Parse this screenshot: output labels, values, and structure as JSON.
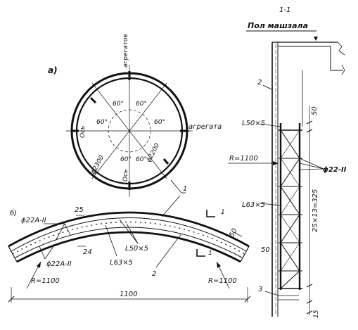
{
  "labels": {
    "view_a": "а)",
    "view_b": "б)",
    "section": "1-1",
    "floor": "Пол машзала",
    "units_axis_vertical": "агрегатов",
    "units_axis_right": "агрегата",
    "axis_left": "Ось",
    "axis_bottom": "Ось",
    "angle_60_top_left": "60°",
    "angle_60_top_right": "60°",
    "angle_60_mid_left": "60°",
    "angle_60_mid_right": "60°",
    "angle_60_bot_left": "60°",
    "angle_60_bot_right": "60°",
    "diam_outer": "ϕ2300",
    "diam_inner": "ϕ2200",
    "callout_1_circle": "1",
    "callout_2_section": "2",
    "callout_3_section": "3",
    "radius_section": "R=1100",
    "angle_L50_section": "L50×5",
    "angle_L63_section": "L63×5",
    "rebar_section": "ϕ22-II",
    "dim_50_top": "50",
    "dim_50_mid": "50",
    "dim_pitch": "25×13=325",
    "dim_15": "15",
    "rebar_top_arc": "ϕ22А-II",
    "rebar_bottom_arc": "ϕ22А-II",
    "dim_25": "25",
    "dim_24": "24",
    "angle_L50_arc": "L50×5",
    "angle_L63_arc": "L63×5",
    "callout_2_arc": "2",
    "dim_50_arc": "50",
    "radius_left": "R=1100",
    "radius_right": "R=1100",
    "span": "1100",
    "cut_mark_top": "1",
    "cut_mark_bottom": "1"
  }
}
